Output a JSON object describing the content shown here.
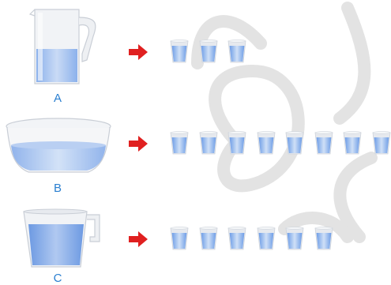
{
  "colors": {
    "label": "#2a7fd0",
    "arrow": "#e02020",
    "water_light": "#cfe0f7",
    "water_dark": "#6e9de6",
    "glass": "#e6e9ee",
    "watermark": "#d6d6d6"
  },
  "rows": [
    {
      "label": "A",
      "container": "pitcher",
      "cups": 3
    },
    {
      "label": "B",
      "container": "bowl",
      "cups": 8
    },
    {
      "label": "C",
      "container": "measuring-jug",
      "cups": 6
    }
  ]
}
